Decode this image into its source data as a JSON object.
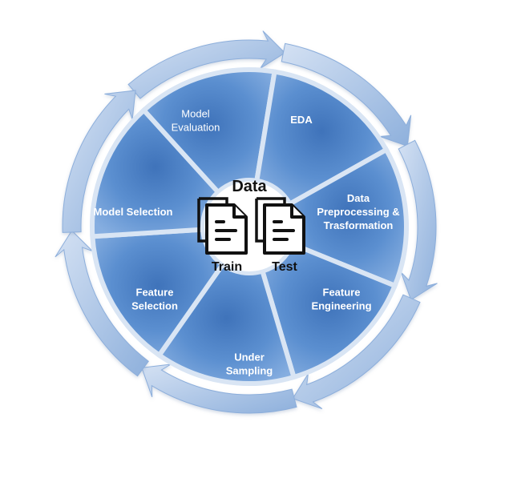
{
  "colors": {
    "segment_fill": "#5f8fce",
    "segment_border": "#d9e5f4",
    "arrow_fill": "#aac2e6",
    "arrow_stroke": "#8caedb",
    "center_fill": "#ffffff",
    "text": "#ffffff",
    "center_text": "#111111"
  },
  "icons": {
    "train_doc": "document-icon",
    "test_doc": "document-icon"
  },
  "diagram": {
    "center": {
      "title": "Data",
      "train_label": "Train",
      "test_label": "Test"
    },
    "segments": [
      {
        "lines": [
          "Model",
          "Evaluation"
        ],
        "bold": false
      },
      {
        "lines": [
          "EDA"
        ],
        "bold": true
      },
      {
        "lines": [
          "Data",
          "Preprocessing &",
          "Trasformation"
        ],
        "bold": true
      },
      {
        "lines": [
          "Feature",
          "Engineering"
        ],
        "bold": true
      },
      {
        "lines": [
          "Under",
          "Sampling"
        ],
        "bold": true
      },
      {
        "lines": [
          "Feature",
          "Selection"
        ],
        "bold": true
      },
      {
        "lines": [
          "Model Selection"
        ],
        "bold": true
      }
    ]
  }
}
